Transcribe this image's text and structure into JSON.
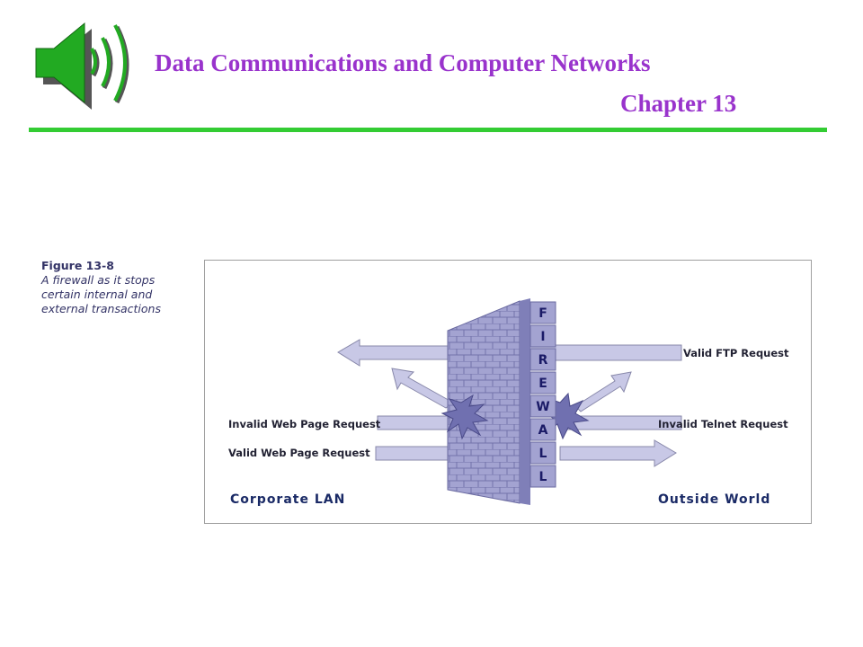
{
  "header": {
    "title": "Data Communications and Computer Networks",
    "chapter": "Chapter 13",
    "icon": "speaker-sound-icon",
    "colors": {
      "title": "#9933cc",
      "rule": "#33cc33",
      "speaker": "#22aa22"
    }
  },
  "figure": {
    "number": "Figure 13-8",
    "caption": "A firewall as it stops certain internal and external transactions",
    "firewall_letters": [
      "F",
      "I",
      "R",
      "E",
      "W",
      "A",
      "L",
      "L"
    ],
    "left_region": "Corporate LAN",
    "right_region": "Outside World",
    "transactions": {
      "valid_ftp": "Valid FTP Request",
      "invalid_telnet": "Invalid Telnet Request",
      "invalid_web": "Invalid Web Page Request",
      "valid_web": "Valid Web Page Request"
    },
    "colors": {
      "wall": "#9999cc",
      "arrow": "#c8c8e6",
      "text": "#1a2a66"
    }
  }
}
